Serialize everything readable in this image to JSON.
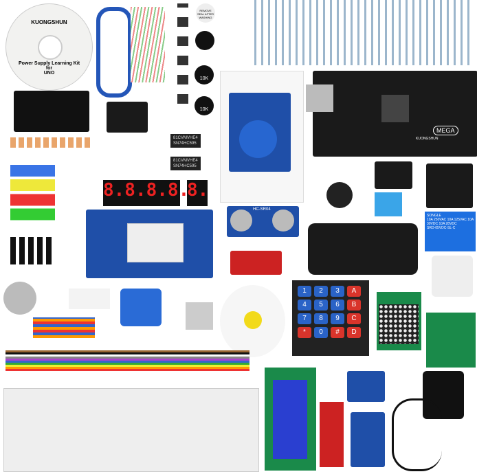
{
  "cd": {
    "brand": "KUONGSHUN",
    "title": "Power Supply Learning Kit",
    "for": "for",
    "board": "UNO"
  },
  "mega": {
    "label": "MEGA",
    "brand": "KUONGSHUN"
  },
  "buzzer": {
    "label": "REMOVE SEAL AFTER WASHING"
  },
  "pot": {
    "label1": "10K",
    "label2": "10K"
  },
  "shift_registers": [
    {
      "line1": "81CVMVHE4",
      "line2": "SN74HC595"
    },
    {
      "line1": "81CVMVHE4",
      "line2": "SN74HC595"
    }
  ],
  "seven_seg": {
    "four_digit": "8.8.8.8.",
    "single": "8."
  },
  "relay": {
    "brand": "SONGLE",
    "spec": "10A 250VAC 10A 125VAC 10A 30VDC 10A 28VDC",
    "model": "SRD-05VDC-SL-C"
  },
  "ultrasonic": {
    "label": "HC-SR04"
  },
  "keypad": {
    "keys": [
      "1",
      "2",
      "3",
      "A",
      "4",
      "5",
      "6",
      "B",
      "7",
      "8",
      "9",
      "C",
      "*",
      "0",
      "#",
      "D"
    ]
  },
  "colors": {
    "pcb_blue": "#1f4fa8",
    "pcb_black": "#1a1a1a",
    "led_red": "#d9342b"
  }
}
